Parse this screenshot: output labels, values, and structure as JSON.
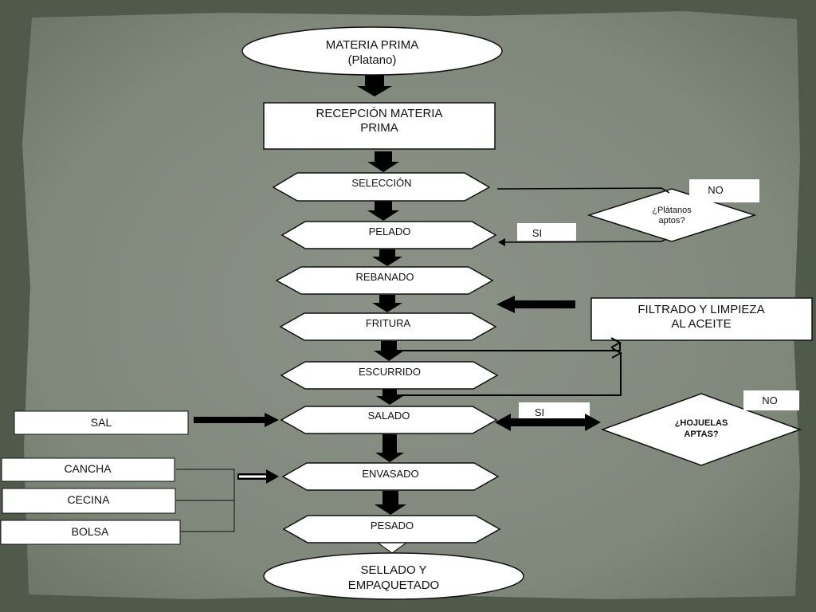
{
  "diagram": {
    "start": {
      "line1": "MATERIA PRIMA",
      "line2": "(Platano)"
    },
    "reception": {
      "line1": "RECEPCIÓN MATERIA",
      "line2": "PRIMA"
    },
    "steps": {
      "seleccion": "SELECCIÓN",
      "pelado": "PELADO",
      "rebanado": "REBANADO",
      "fritura": "FRITURA",
      "escurrido": "ESCURRIDO",
      "salado": "SALADO",
      "envasado": "ENVASADO",
      "pesado": "PESADO"
    },
    "end": {
      "line1": "SELLADO Y",
      "line2": "EMPAQUETADO"
    },
    "decision_platanos": {
      "line1": "¿Plátanos",
      "line2": "aptos?",
      "no_label": "NO",
      "yes_label": "SI"
    },
    "filtering": {
      "line1": "FILTRADO Y LIMPIEZA",
      "line2": "AL ACEITE"
    },
    "decision_hojuelas": {
      "line1": "¿HOJUELAS",
      "line2": "APTAS?",
      "no_label": "NO",
      "yes_label": "SI"
    },
    "inputs": {
      "sal": "SAL",
      "cancha": "CANCHA",
      "cecina": "CECINA",
      "bolsa": "BOLSA"
    }
  },
  "colors": {
    "paper": "#858b80",
    "frame": "#4f5a4b",
    "shape_fill": "#ffffff",
    "stroke": "#111111",
    "arrow": "#000000"
  }
}
